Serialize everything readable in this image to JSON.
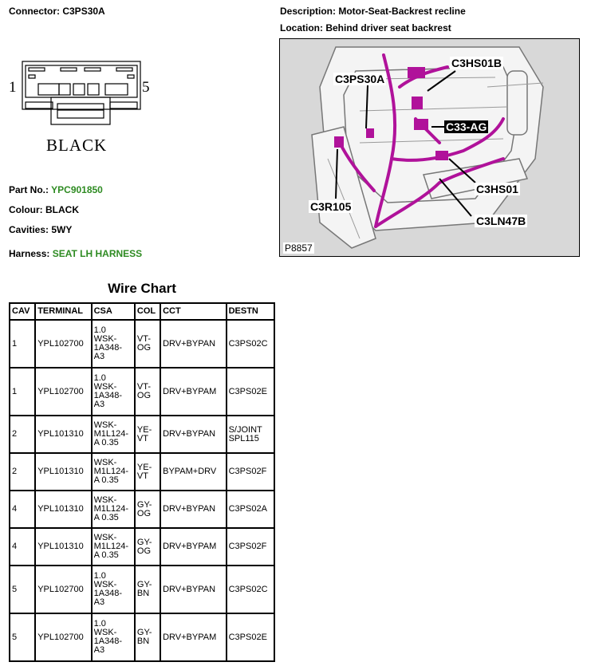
{
  "connector": {
    "label": "Connector:",
    "name": "C3PS30A",
    "colour_label": "BLACK",
    "pin_first": "1",
    "pin_last": "5"
  },
  "description": {
    "label": "Description:",
    "value": "Motor-Seat-Backrest recline"
  },
  "location": {
    "label": "Location:",
    "value": "Behind driver seat backrest"
  },
  "details": {
    "part_no_label": "Part No.:",
    "part_no": "YPC901850",
    "colour_label": "Colour:",
    "colour": "BLACK",
    "cavities_label": "Cavities:",
    "cavities": "5WY",
    "harness_label": "Harness:",
    "harness": "SEAT LH HARNESS"
  },
  "picture": {
    "callouts": {
      "c3hs01b": "C3HS01B",
      "c3ps30a": "C3PS30A",
      "c33ag": "C33-AG",
      "c3hs01": "C3HS01",
      "c3r105": "C3R105",
      "c3ln47b": "C3LN47B"
    },
    "figure_ref": "P8857"
  },
  "wire_chart": {
    "title": "Wire Chart",
    "headers": [
      "CAV",
      "TERMINAL",
      "CSA",
      "COL",
      "CCT",
      "DESTN"
    ],
    "rows": [
      [
        "1",
        "YPL102700",
        "1.0\nWSK-\n1A348-\nA3",
        "VT-\nOG",
        "DRV+BYPAN",
        "C3PS02C"
      ],
      [
        "1",
        "YPL102700",
        "1.0\nWSK-\n1A348-\nA3",
        "VT-\nOG",
        "DRV+BYPAM",
        "C3PS02E"
      ],
      [
        "2",
        "YPL101310",
        "WSK-\nM1L124-\nA 0.35",
        "YE-\nVT",
        "DRV+BYPAN",
        "S/JOINT\nSPL115"
      ],
      [
        "2",
        "YPL101310",
        "WSK-\nM1L124-\nA 0.35",
        "YE-\nVT",
        "BYPAM+DRV",
        "C3PS02F"
      ],
      [
        "4",
        "YPL101310",
        "WSK-\nM1L124-\nA 0.35",
        "GY-\nOG",
        "DRV+BYPAN",
        "C3PS02A"
      ],
      [
        "4",
        "YPL101310",
        "WSK-\nM1L124-\nA 0.35",
        "GY-\nOG",
        "DRV+BYPAM",
        "C3PS02F"
      ],
      [
        "5",
        "YPL102700",
        "1.0\nWSK-\n1A348-\nA3",
        "GY-\nBN",
        "DRV+BYPAN",
        "C3PS02C"
      ],
      [
        "5",
        "YPL102700",
        "1.0\nWSK-\n1A348-\nA3",
        "GY-\nBN",
        "DRV+BYPAM",
        "C3PS02E"
      ]
    ]
  },
  "colors": {
    "link_green": "#2e8b22",
    "harness_magenta": "#b0129a",
    "frame_grey": "#f4f4f4"
  }
}
